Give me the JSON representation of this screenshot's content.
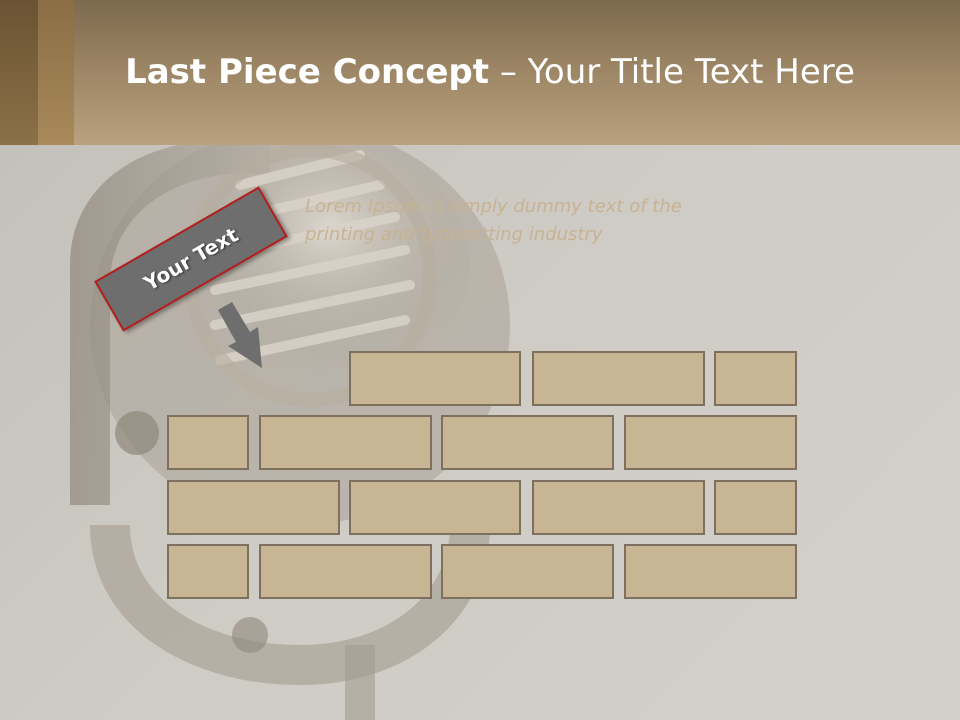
{
  "slide": {
    "title_bold": "Last Piece Concept",
    "title_rest": "– Your Title Text Here",
    "tag_text": "Your Text",
    "lorem": "Lorem Ipsum is simply dummy text of the printing and typesetting industry"
  },
  "colors": {
    "header": "#9a8463",
    "brick_fill": "#c8b594",
    "brick_border": "#7d705f",
    "tag_fill": "#6e6e6e",
    "tag_border": "#b51e1e",
    "lorem_text": "#c7b393"
  },
  "icons": [
    "microphone-image",
    "arrow-down-icon"
  ]
}
